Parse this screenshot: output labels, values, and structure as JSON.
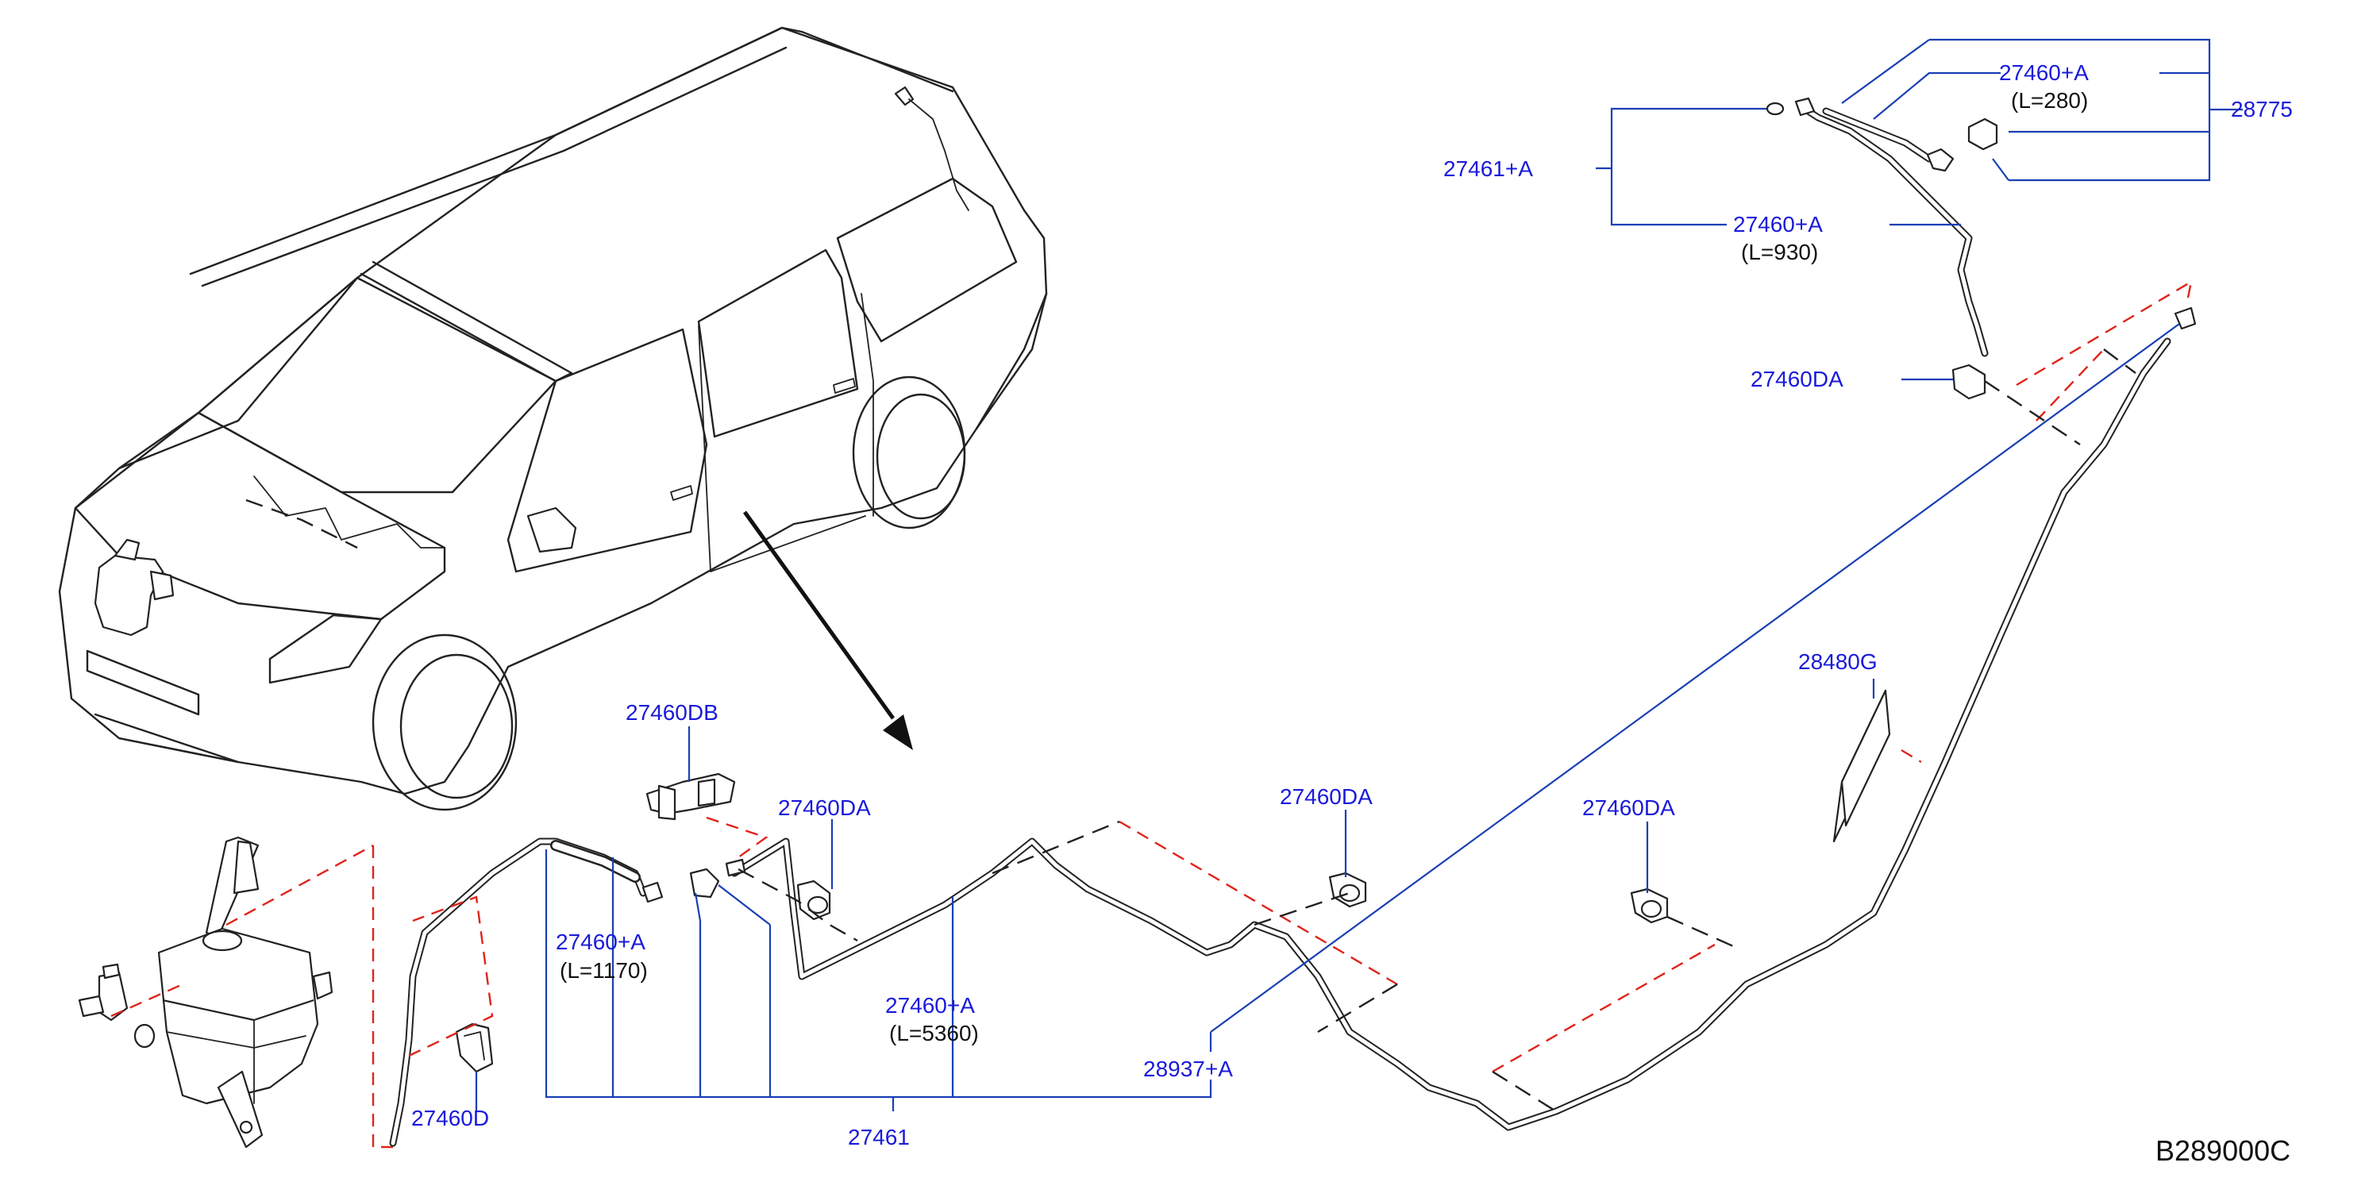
{
  "labels": {
    "p27460A_280": "27460+A",
    "p27460A_280_len": "(L=280)",
    "p28775": "28775",
    "p27461A": "27461+A",
    "p27460A_930": "27460+A",
    "p27460A_930_len": "(L=930)",
    "p27460DA_top": "27460DA",
    "p28480G": "28480G",
    "p27460DB": "27460DB",
    "p27460DA_left": "27460DA",
    "p27460DA_mid": "27460DA",
    "p27460DA_right": "27460DA",
    "p27460A_1170": "27460+A",
    "p27460A_1170_len": "(L=1170)",
    "p27460A_5360": "27460+A",
    "p27460A_5360_len": "(L=5360)",
    "p28937A": "28937+A",
    "p27460D": "27460D",
    "p27461": "27461"
  },
  "diagram_ref": "B289000C",
  "colors": {
    "part_number": "#1a1adb",
    "leader": "#1a3fb5",
    "phantom_red": "#e0241b",
    "line": "#222222"
  }
}
